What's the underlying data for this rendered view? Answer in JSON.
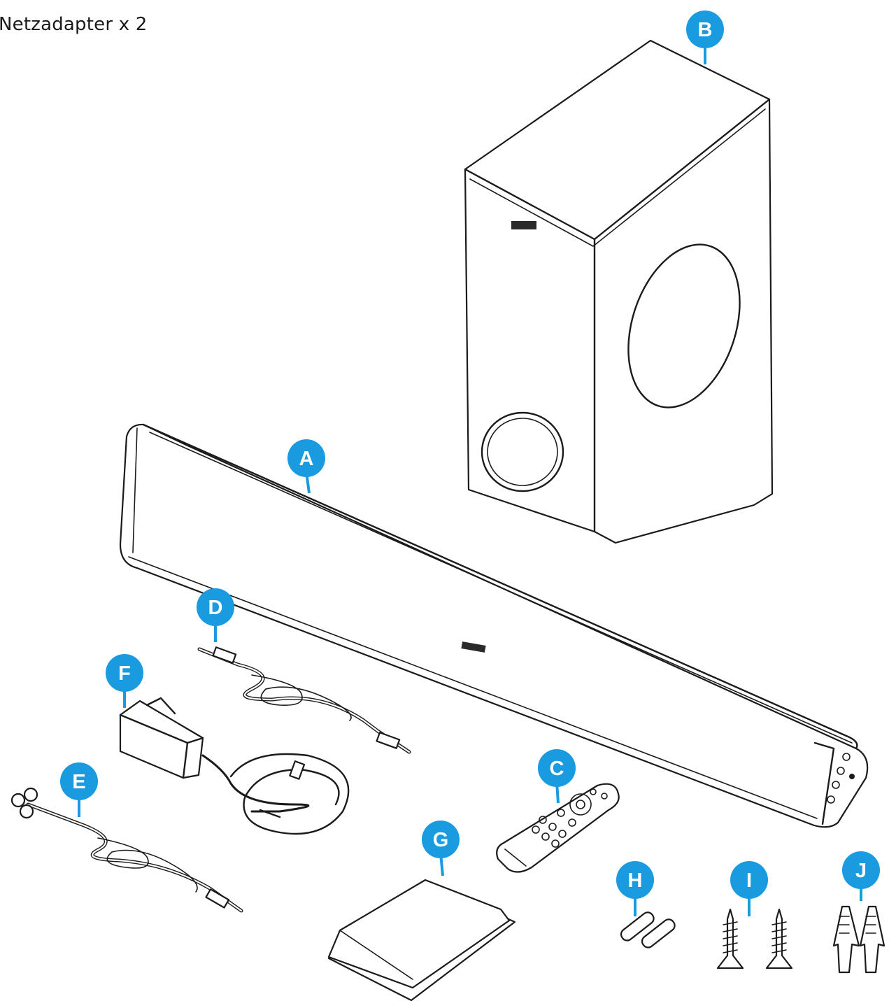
{
  "caption": "Netzadapter x 2",
  "accent_color": "#1a9be0",
  "labels": [
    {
      "id": "A",
      "item": "soundbar"
    },
    {
      "id": "B",
      "item": "subwoofer"
    },
    {
      "id": "C",
      "item": "remote-control"
    },
    {
      "id": "D",
      "item": "audio-cable"
    },
    {
      "id": "E",
      "item": "rca-cable"
    },
    {
      "id": "F",
      "item": "power-adapter"
    },
    {
      "id": "G",
      "item": "manual"
    },
    {
      "id": "H",
      "item": "batteries"
    },
    {
      "id": "I",
      "item": "screws"
    },
    {
      "id": "J",
      "item": "wall-anchors"
    }
  ]
}
